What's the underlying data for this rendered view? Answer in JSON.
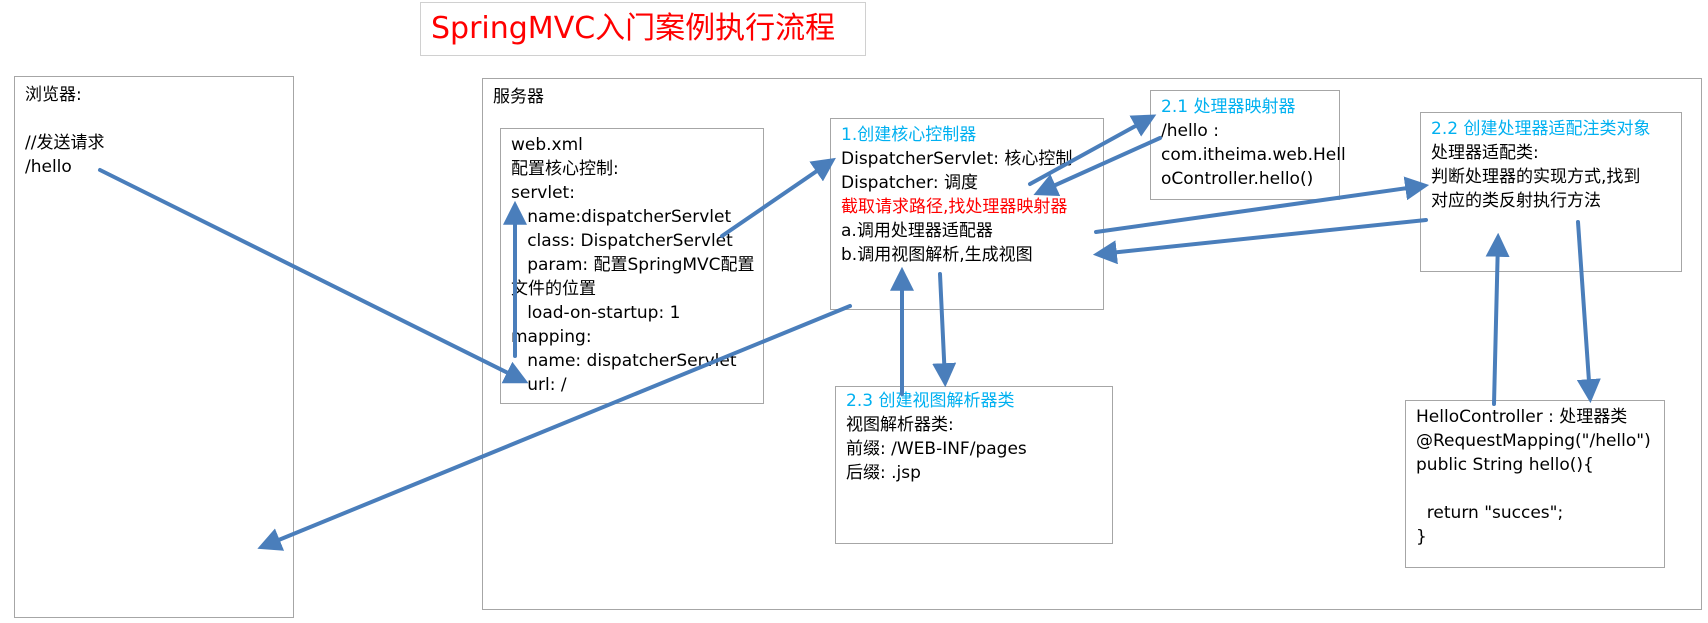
{
  "title": "SpringMVC入门案例执行流程",
  "browser": {
    "label": "浏览器:",
    "comment": "//发送请求",
    "path": "/hello"
  },
  "server": {
    "label": "服务器"
  },
  "webxml": {
    "lines": [
      "web.xml",
      "配置核心控制:",
      "servlet:",
      "   name:dispatcherServlet",
      "   class: DispatcherServlet",
      "   param: 配置SpringMVC配置",
      "文件的位置",
      "   load-on-startup: 1",
      "mapping:",
      "   name: dispatcherServlet",
      "   url: /"
    ]
  },
  "core": {
    "heading": "1.创建核心控制器",
    "line1": "DispatcherServlet: 核心控制",
    "line2": "Dispatcher: 调度",
    "line3": "截取请求路径,找处理器映射器",
    "line4": "a.调用处理器适配器",
    "line5": "b.调用视图解析,生成视图"
  },
  "mapper": {
    "heading": "2.1 处理器映射器",
    "line1": "/hello :",
    "line2": "com.itheima.web.Hell",
    "line3": "oController.hello()"
  },
  "adapter": {
    "heading": "2.2 创建处理器适配注类对象",
    "line1": "处理器适配类:",
    "line2": "判断处理器的实现方式,找到",
    "line3": "对应的类反射执行方法"
  },
  "resolver": {
    "heading": "2.3 创建视图解析器类",
    "line1": "视图解析器类:",
    "line2": "前缀: /WEB-INF/pages",
    "line3": "后缀: .jsp"
  },
  "controller": {
    "line1": "HelloController : 处理器类",
    "line2": "@RequestMapping(\"/hello\")",
    "line3": "public String hello(){",
    "line4": "  return \"succes\";",
    "line5": "}"
  },
  "colors": {
    "arrow": "#4a7ebb",
    "heading": "#00b0f0",
    "highlight": "#ff0000",
    "border": "#a6a6a6"
  }
}
